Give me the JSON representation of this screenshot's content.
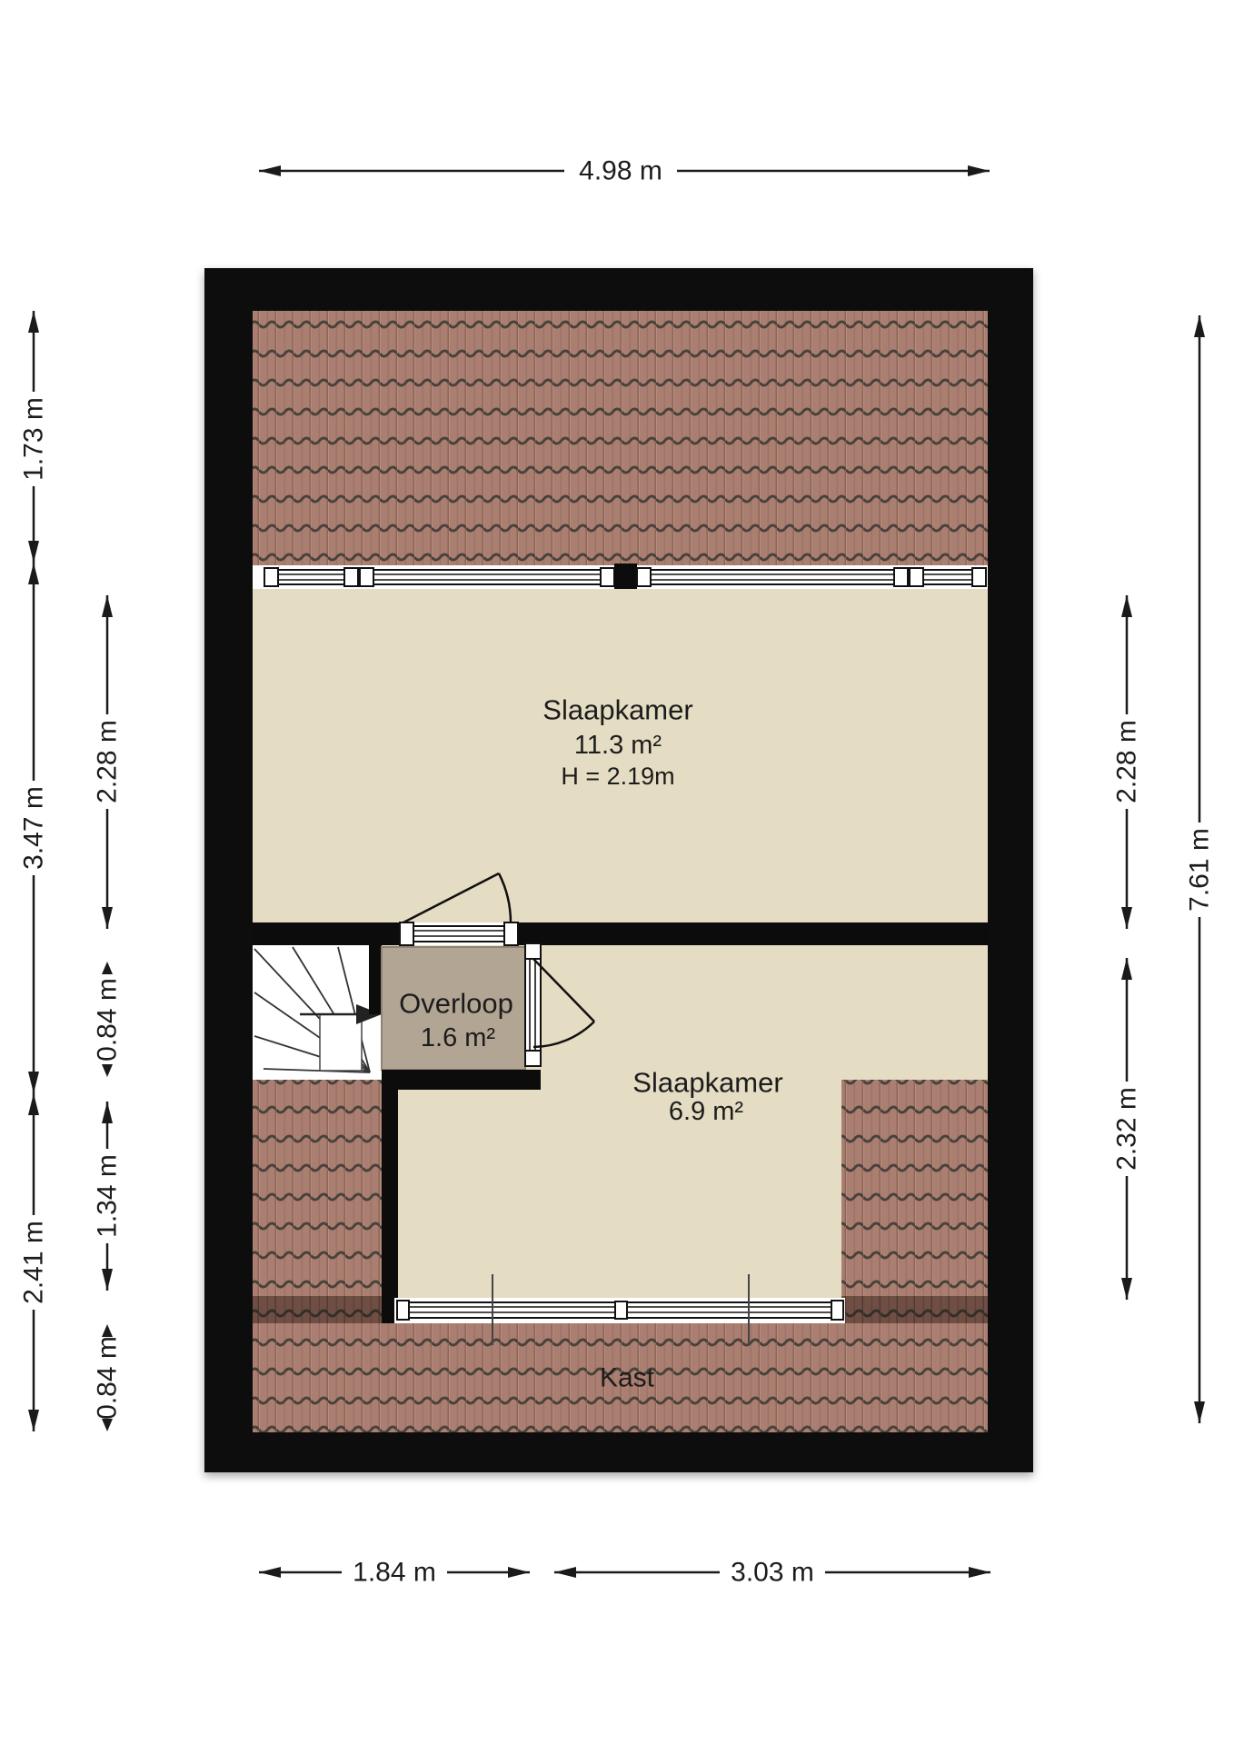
{
  "rooms": {
    "bedroom_large": {
      "name": "Slaapkamer",
      "area": "11.3 m²",
      "ceiling_height": "H = 2.19m"
    },
    "landing": {
      "name": "Overloop",
      "area": "1.6 m²"
    },
    "bedroom_small": {
      "name": "Slaapkamer",
      "area": "6.9 m²"
    },
    "closet": {
      "name": "Kast"
    }
  },
  "dimensions": {
    "top": [
      {
        "label": "4.98 m"
      }
    ],
    "bottom": [
      {
        "label": "1.84 m"
      },
      {
        "label": "3.03 m"
      }
    ],
    "left_outer": [
      {
        "label": "1.73 m"
      },
      {
        "label": "3.47 m"
      },
      {
        "label": "2.41 m"
      }
    ],
    "left_inner": [
      {
        "label": "2.28 m"
      },
      {
        "label": "0.84 m"
      },
      {
        "label": "1.34 m"
      },
      {
        "label": "0.84 m"
      }
    ],
    "right_inner": [
      {
        "label": "2.28 m"
      },
      {
        "label": "2.32 m"
      }
    ],
    "right_outer": [
      {
        "label": "7.61 m"
      }
    ]
  },
  "colors": {
    "wall": "#0c0c0c",
    "room_floor": "#e5ddc3",
    "landing_floor": "#b3a594",
    "roof_tile": "#aa7f72",
    "roof_tile_line": "#49413b",
    "roof_tile_dark_band": "#6f4e44",
    "background": "#ffffff"
  }
}
